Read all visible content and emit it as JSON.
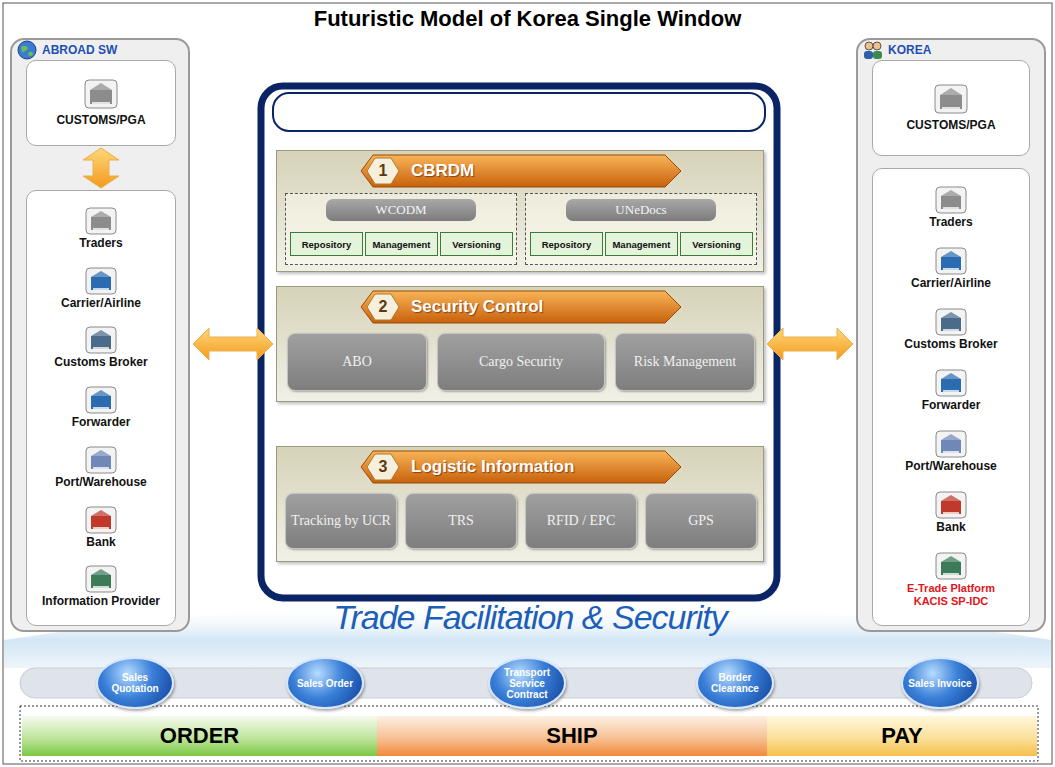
{
  "diagram": {
    "title": "Futuristic Model of Korea Single Window",
    "nodes": [
      {
        "text": [
          "ABROAD SW"
        ]
      },
      {
        "text": [
          "CUSTOMS/PGA"
        ],
        "in": 0
      },
      {
        "text": [
          "Traders",
          "Carrier/Airline",
          "Customs Broker",
          "Forwarder",
          "Port/Warehouse",
          "Bank",
          "Information Provider"
        ],
        "in": 0
      },
      {
        "text": [
          "1",
          "CBRDM"
        ]
      },
      {
        "text": [
          "WCODM"
        ],
        "in": 3
      },
      {
        "text": [
          "Repository"
        ],
        "in": 4
      },
      {
        "text": [
          "Management"
        ],
        "in": 4
      },
      {
        "text": [
          "Versioning"
        ],
        "in": 4
      },
      {
        "text": [
          "UNeDocs"
        ],
        "in": 3
      },
      {
        "text": [
          "Repository"
        ],
        "in": 8
      },
      {
        "text": [
          "Management"
        ],
        "in": 8
      },
      {
        "text": [
          "Versioning"
        ],
        "in": 8
      },
      {
        "text": [
          "2",
          "Security Control"
        ]
      },
      {
        "text": [
          "ABO"
        ],
        "in": 12
      },
      {
        "text": [
          "Cargo Security"
        ],
        "in": 12
      },
      {
        "text": [
          "Risk Management"
        ],
        "in": 12
      },
      {
        "text": [
          "3",
          "Logistic Information"
        ]
      },
      {
        "text": [
          "Tracking by UCR"
        ],
        "in": 16
      },
      {
        "text": [
          "TRS"
        ],
        "in": 16
      },
      {
        "text": [
          "RFID / EPC"
        ],
        "in": 16
      },
      {
        "text": [
          "GPS"
        ],
        "in": 16
      },
      {
        "text": [
          "KOREA"
        ]
      },
      {
        "text": [
          "CUSTOMS/PGA"
        ],
        "in": 21
      },
      {
        "text": [
          "Traders",
          "Carrier/Airline",
          "Customs Broker",
          "Forwarder",
          "Port/Warehouse",
          "Bank",
          "E-Trade Platform KACIS SP-IDC"
        ],
        "in": 21
      },
      {
        "text": [
          "Sales Quotation"
        ]
      },
      {
        "text": [
          "Sales Order"
        ]
      },
      {
        "text": [
          "Transport Service Contract"
        ]
      },
      {
        "text": [
          "Border Clearance"
        ]
      },
      {
        "text": [
          "Sales Invoice"
        ]
      },
      {
        "text": [
          "ORDER"
        ]
      },
      {
        "text": [
          "SHIP"
        ]
      },
      {
        "text": [
          "PAY"
        ]
      }
    ],
    "edges": [
      {
        "from": 0,
        "to": 12,
        "arrow": "both"
      },
      {
        "from": 12,
        "to": 21,
        "arrow": "both"
      },
      {
        "from": 1,
        "to": 2,
        "arrow": "both"
      }
    ],
    "labels": [
      "Trade Facilitation & Security"
    ]
  }
}
